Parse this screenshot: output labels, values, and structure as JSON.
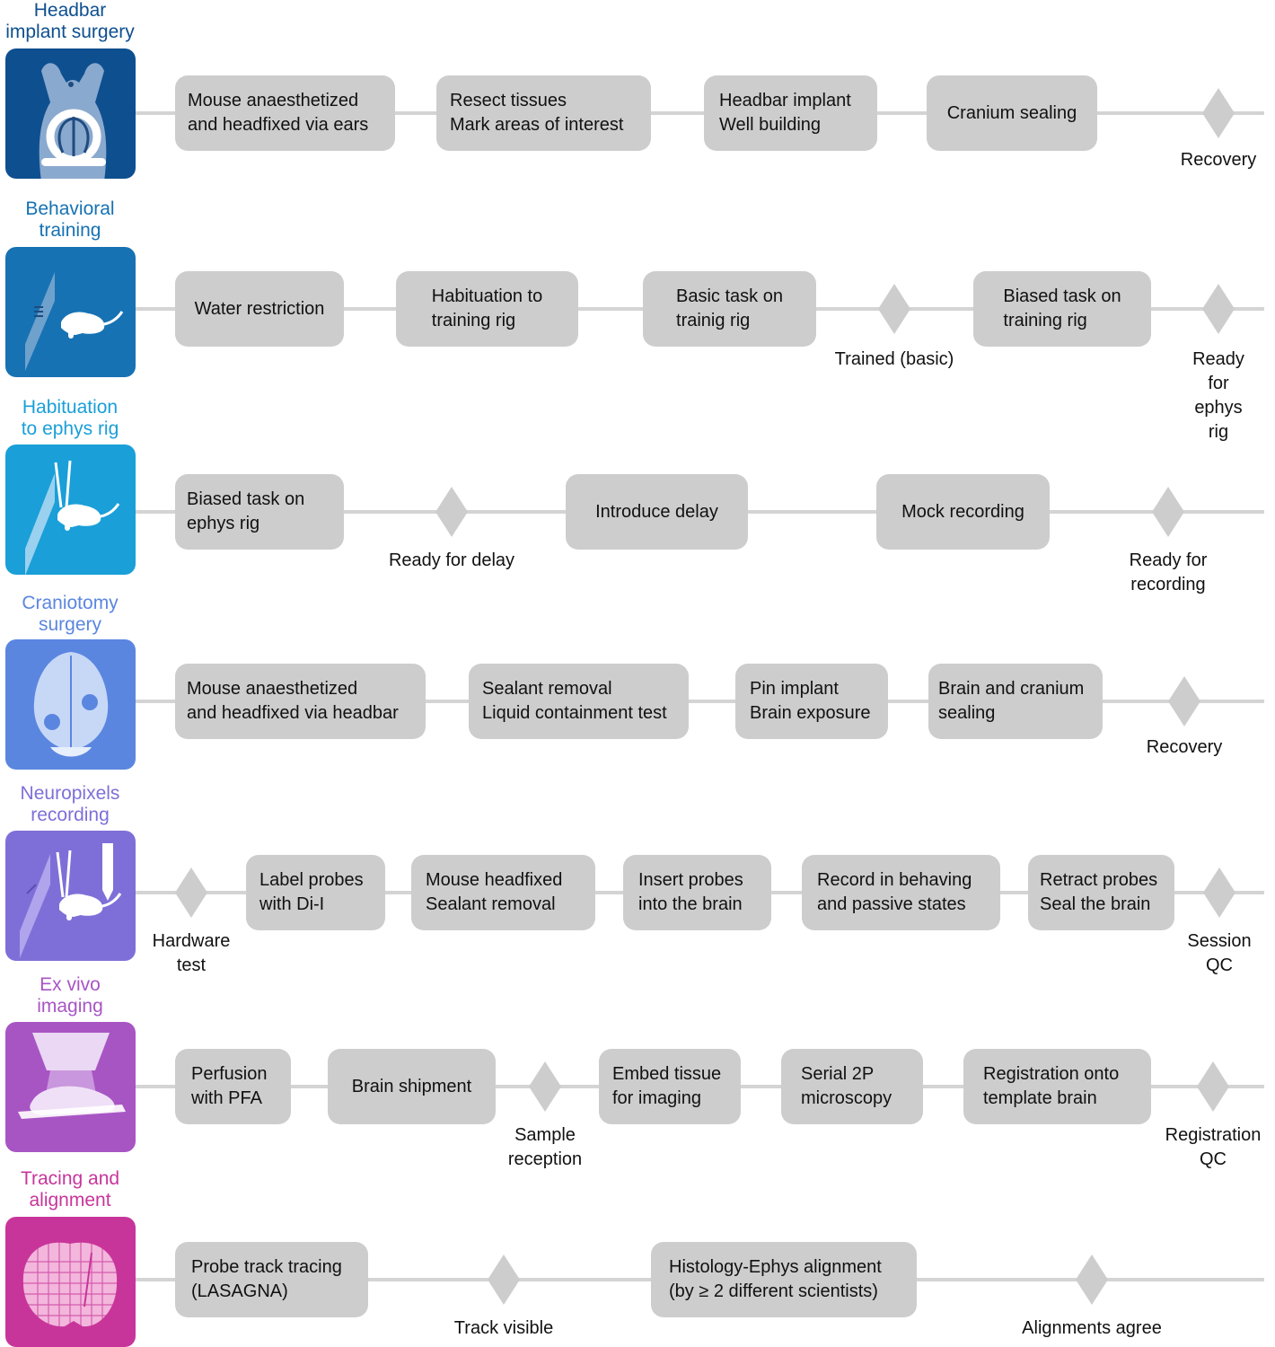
{
  "colors": {
    "line": "#d4d4d4",
    "box": "#cdcdcd",
    "diamond": "#cdcdcd",
    "text": "#111111"
  },
  "rows": [
    {
      "title": "Headbar\nimplant surgery",
      "color": "#0e4f8f",
      "icon": "mouse-head-icon",
      "steps": [
        {
          "type": "box",
          "text": "Mouse anaesthetized\nand headfixed via ears"
        },
        {
          "type": "box",
          "text": "Resect tissues\nMark areas of interest"
        },
        {
          "type": "box",
          "text": "Headbar implant\nWell building"
        },
        {
          "type": "box",
          "text": "Cranium sealing"
        },
        {
          "type": "milestone",
          "text": "Recovery"
        }
      ]
    },
    {
      "title": "Behavioral\ntraining",
      "color": "#1672b3",
      "icon": "mouse-screen-icon",
      "steps": [
        {
          "type": "box",
          "text": "Water restriction"
        },
        {
          "type": "box",
          "text": "Habituation to\ntraining rig"
        },
        {
          "type": "box",
          "text": "Basic task on\ntrainig rig"
        },
        {
          "type": "milestone",
          "text": "Trained (basic)"
        },
        {
          "type": "box",
          "text": "Biased task on\ntraining rig"
        },
        {
          "type": "milestone",
          "text": "Ready for\nephys rig"
        }
      ]
    },
    {
      "title": "Habituation\nto ephys rig",
      "color": "#1a9fd8",
      "icon": "mouse-probe-icon",
      "steps": [
        {
          "type": "box",
          "text": "Biased task on\nephys rig"
        },
        {
          "type": "milestone",
          "text": "Ready for delay"
        },
        {
          "type": "box",
          "text": "Introduce delay"
        },
        {
          "type": "box",
          "text": "Mock recording"
        },
        {
          "type": "milestone",
          "text": "Ready for recording"
        }
      ]
    },
    {
      "title": "Craniotomy\nsurgery",
      "color": "#5b86e0",
      "icon": "brain-top-icon",
      "steps": [
        {
          "type": "box",
          "text": "Mouse anaesthetized\nand headfixed via headbar"
        },
        {
          "type": "box",
          "text": "Sealant removal\nLiquid containment test"
        },
        {
          "type": "box",
          "text": "Pin implant\nBrain exposure"
        },
        {
          "type": "box",
          "text": "Brain and cranium\nsealing"
        },
        {
          "type": "milestone",
          "text": "Recovery"
        }
      ]
    },
    {
      "title": "Neuropixels\nrecording",
      "color": "#7e6fd8",
      "icon": "mouse-neuropixels-icon",
      "steps": [
        {
          "type": "milestone",
          "text": "Hardware\ntest"
        },
        {
          "type": "box",
          "text": "Label probes\nwith Di-I"
        },
        {
          "type": "box",
          "text": "Mouse headfixed\nSealant removal"
        },
        {
          "type": "box",
          "text": "Insert probes\ninto the brain"
        },
        {
          "type": "box",
          "text": "Record in behaving\nand passive states"
        },
        {
          "type": "box",
          "text": "Retract probes\nSeal the brain"
        },
        {
          "type": "milestone",
          "text": "Session\nQC"
        }
      ]
    },
    {
      "title": "Ex vivo\nimaging",
      "color": "#a855c4",
      "icon": "microscope-brain-icon",
      "steps": [
        {
          "type": "box",
          "text": "Perfusion\nwith PFA"
        },
        {
          "type": "box",
          "text": "Brain shipment"
        },
        {
          "type": "milestone",
          "text": "Sample\nreception"
        },
        {
          "type": "box",
          "text": "Embed tissue\nfor imaging"
        },
        {
          "type": "box",
          "text": "Serial 2P\nmicroscopy"
        },
        {
          "type": "box",
          "text": "Registration onto\ntemplate brain"
        },
        {
          "type": "milestone",
          "text": "Registration\nQC"
        }
      ]
    },
    {
      "title": "Tracing and\nalignment",
      "color": "#c8359a",
      "icon": "brain-slice-grid-icon",
      "steps": [
        {
          "type": "box",
          "text": "Probe track tracing\n(LASAGNA)"
        },
        {
          "type": "milestone",
          "text": "Track visible"
        },
        {
          "type": "box",
          "text": "Histology-Ephys alignment\n(by ≥ 2 different scientists)"
        },
        {
          "type": "milestone",
          "text": "Alignments agree"
        }
      ]
    }
  ]
}
